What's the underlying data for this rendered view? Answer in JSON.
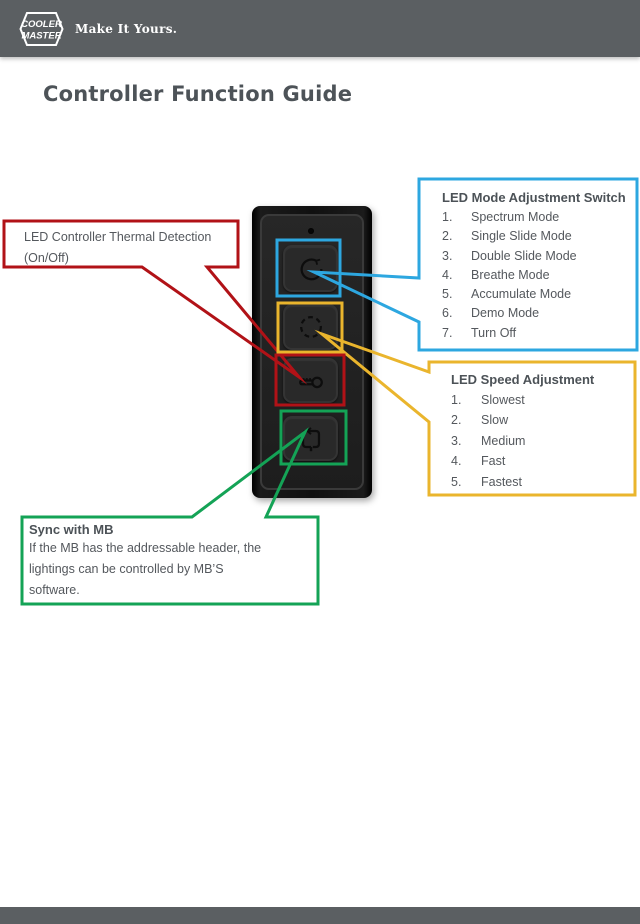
{
  "header": {
    "logo": {
      "line1": "COOLER",
      "line2": "MASTER"
    },
    "tagline": "Make It Yours."
  },
  "page": {
    "title": "Controller Function Guide"
  },
  "controller": {
    "button_icons": [
      "cycle-arrow-icon",
      "dashed-circle-icon",
      "thermometer-icon",
      "sync-arrow-icon"
    ]
  },
  "callouts": {
    "mode": {
      "title": "LED Mode Adjustment Switch",
      "items": [
        "Spectrum Mode",
        "Single Slide Mode",
        "Double Slide Mode",
        "Breathe Mode",
        "Accumulate Mode",
        "Demo Mode",
        "Turn Off"
      ],
      "color": "#2da7e0"
    },
    "speed": {
      "title": "LED Speed Adjustment",
      "items": [
        "Slowest",
        "Slow",
        "Medium",
        "Fast",
        "Fastest"
      ],
      "color": "#eab52d"
    },
    "thermal": {
      "text": "LED Controller Thermal Detection\n(On/Off)",
      "color": "#b11217"
    },
    "sync": {
      "title": "Sync with MB",
      "body": "If the MB has the addressable header, the\nlightings can be controlled by MB’S\nsoftware.",
      "color": "#14a356"
    }
  },
  "colors": {
    "header_bar": "#5b5f62",
    "footer_bar": "#5b5f62",
    "title_text": "#4d5358",
    "body_text": "#54585d"
  }
}
